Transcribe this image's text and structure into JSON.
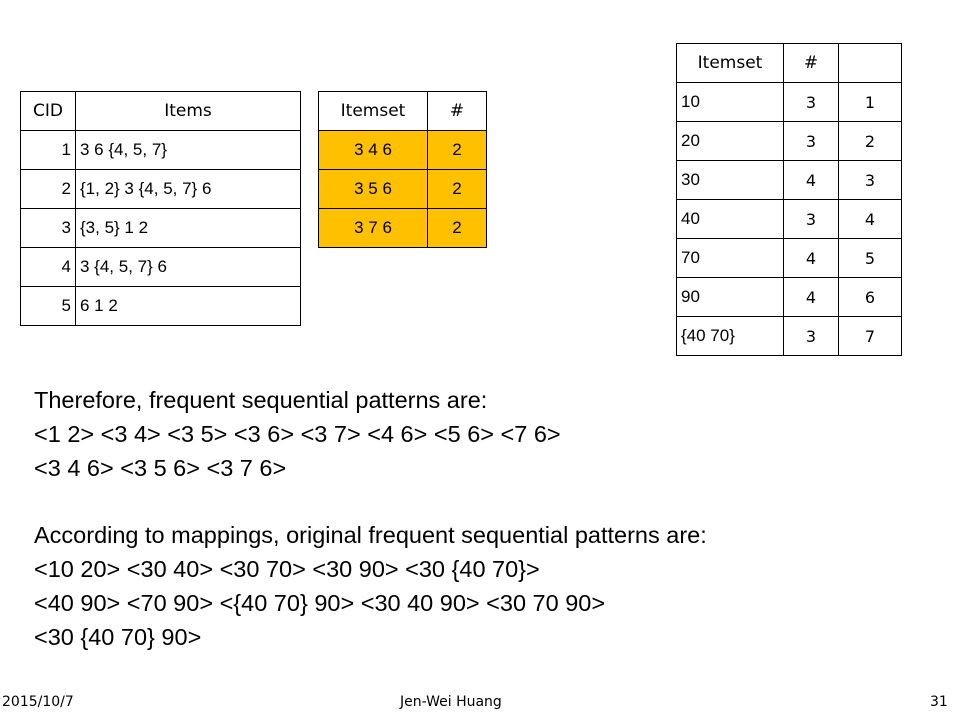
{
  "cid_table": {
    "headers": [
      "CID",
      "Items"
    ],
    "rows": [
      [
        "1",
        "3 6 {4, 5, 7}"
      ],
      [
        "2",
        "{1, 2} 3 {4, 5, 7} 6"
      ],
      [
        "3",
        "{3, 5} 1 2"
      ],
      [
        "4",
        "3 {4, 5, 7} 6"
      ],
      [
        "5",
        "6 1 2"
      ]
    ]
  },
  "freq_table": {
    "headers": [
      "Itemset",
      "#"
    ],
    "highlight_color": "#ffc000",
    "rows": [
      [
        "3 4 6",
        "2"
      ],
      [
        "3 5 6",
        "2"
      ],
      [
        "3 7 6",
        "2"
      ]
    ]
  },
  "map_table": {
    "headers": [
      "Itemset",
      "#",
      ""
    ],
    "rows": [
      [
        "10",
        "3",
        "1"
      ],
      [
        "20",
        "3",
        "2"
      ],
      [
        "30",
        "4",
        "3"
      ],
      [
        "40",
        "3",
        "4"
      ],
      [
        "70",
        "4",
        "5"
      ],
      [
        "90",
        "4",
        "6"
      ],
      [
        "{40 70}",
        "3",
        "7"
      ]
    ]
  },
  "block1": {
    "line1": "Therefore, frequent sequential patterns are:",
    "line2": "<1 2> <3 4> <3 5> <3 6> <3 7> <4 6> <5 6> <7 6>",
    "line3": "<3 4 6> <3 5 6> <3 7 6>"
  },
  "block2": {
    "line1": "According to mappings, original frequent sequential patterns are:",
    "line2": "<10 20> <30 40> <30 70> <30 90> <30 {40 70}>",
    "line3": "<40 90> <70 90> <{40 70} 90> <30 40 90> <30 70 90>",
    "line4": "<30 {40 70} 90>"
  },
  "footer": {
    "date": "2015/10/7",
    "author": "Jen-Wei Huang",
    "page": "31"
  }
}
